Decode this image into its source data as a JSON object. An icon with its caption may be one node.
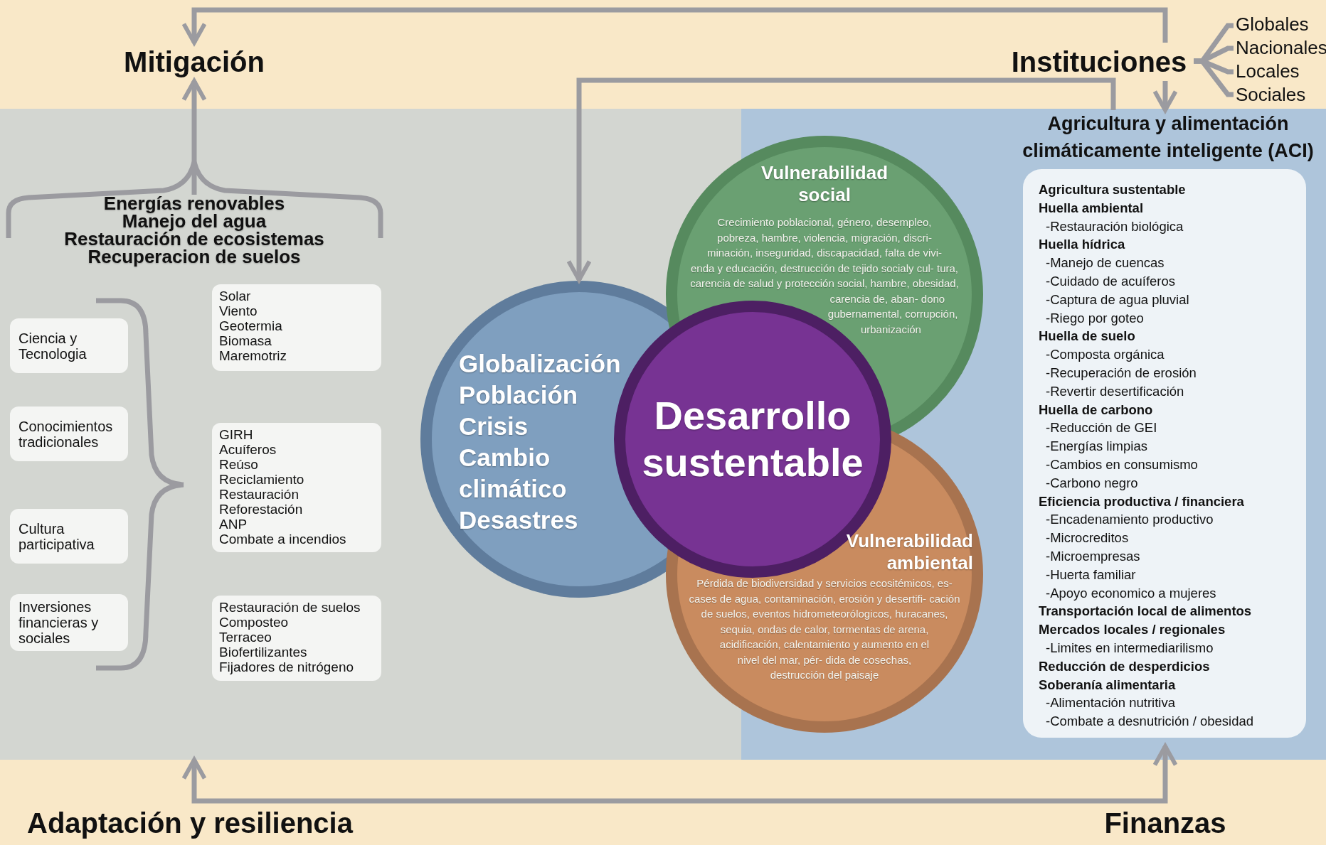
{
  "diagram": {
    "nodes": [
      {
        "text": [
          "Mitigación"
        ]
      },
      {
        "text": [
          "Instituciones"
        ]
      },
      {
        "text": [
          "Globales"
        ]
      },
      {
        "text": [
          "Nacionales"
        ]
      },
      {
        "text": [
          "Locales"
        ]
      },
      {
        "text": [
          "Sociales"
        ]
      },
      {
        "text": [],
        "shape": "box"
      },
      {
        "text": [
          "Energías renovables",
          "Manejo del agua",
          "Restauración de ecosistemas",
          "Recuperacion de suelos"
        ],
        "in": 6
      },
      {
        "text": [
          "Ciencia y Tecnologia"
        ],
        "in": 6
      },
      {
        "text": [
          "Conocimientos tradicionales"
        ],
        "in": 6
      },
      {
        "text": [
          "Cultura participativa"
        ],
        "in": 6
      },
      {
        "text": [
          "Inversiones financieras y sociales"
        ],
        "in": 6
      },
      {
        "text": [
          "Solar",
          "Viento",
          "Geotermia",
          "Biomasa",
          "Maremotriz"
        ],
        "in": 6
      },
      {
        "text": [
          "GIRH",
          "Acuíferos",
          "Reúso",
          "Reciclamiento",
          "Restauración",
          "Reforestación",
          "ANP",
          "Combate a incendios"
        ],
        "in": 6
      },
      {
        "text": [
          "Restauración de suelos",
          "Composteo",
          "Terraceo",
          "Biofertilizantes",
          "Fijadores de nitrógeno"
        ],
        "in": 6
      },
      {
        "text": [
          "Globalización",
          "Población",
          "Crisis",
          "Cambio climático",
          "Desastres"
        ],
        "in": 6
      },
      {
        "text": [
          "Vulnerabilidad social",
          "Crecimiento poblacional, género, desempleo, pobreza, hambre, violencia, migración, discri- minación, inseguridad, discapacidad, falta de vivi- enda y educación, destrucción de tejido socialy cul- tura, carencia de salud y protección social, hambre, obesidad, carencia de, aban- dono gubernamental, corrupción, urbanización"
        ]
      },
      {
        "text": [
          "Vulnerabilidad ambiental",
          "Pérdida de biodiversidad y servicios ecositémicos, es- cases de agua, contaminación, erosión y desertifi- cación de suelos, eventos hidrometeorólogicos, huracanes, sequia, ondas de calor, tormentas de arena, acidificación, calentamiento y aumento en el nivel del mar, pér- dida de cosechas, destrucción del paisaje"
        ]
      },
      {
        "text": [
          "Desarrollo sustentable"
        ]
      },
      {
        "text": [
          "Agricultura y alimentación climáticamente inteligente (ACI)",
          "Agricultura sustentable",
          "Huella ambiental",
          "-Restauración biológica",
          "Huella hídrica",
          "-Manejo de cuencas",
          "-Cuidado de acuíferos",
          "-Captura de agua pluvial",
          "-Riego por goteo",
          "Huella de suelo",
          "-Composta orgánica",
          "-Recuperación de erosión",
          "-Revertir desertificación",
          "Huella de carbono",
          "-Reducción de GEI",
          "-Energías limpias",
          "-Cambios en consumismo",
          "-Carbono negro",
          "Eficiencia productiva / financiera",
          "-Encadenamiento productivo",
          "-Microcreditos",
          "-Microempresas",
          "-Huerta familiar",
          "-Apoyo economico a mujeres",
          "Transportación local de alimentos",
          "Mercados locales / regionales",
          "-Limites en intermediarilismo",
          "Reducción de desperdicios",
          "Soberanía alimentaria",
          "-Alimentación nutritiva",
          "-Combate a desnutrición / obesidad"
        ]
      }
    ],
    "edges": [
      {
        "from": 1,
        "to": 0,
        "arrow": "to"
      },
      {
        "from": 1,
        "to": 19,
        "arrow": "to"
      },
      {
        "from": 19,
        "to": 15,
        "arrow": "to"
      },
      {
        "from": 2,
        "to": 1,
        "arrow": "none"
      },
      {
        "from": 3,
        "to": 1,
        "arrow": "none"
      },
      {
        "from": 4,
        "to": 1,
        "arrow": "none"
      },
      {
        "from": 5,
        "to": 1,
        "arrow": "none"
      },
      {
        "from": 7,
        "to": 0,
        "arrow": "to"
      },
      {
        "from": 6,
        "to": 19,
        "arrow": "both"
      }
    ],
    "labels": [
      "Adaptación y resiliencia",
      "Finanzas"
    ]
  }
}
